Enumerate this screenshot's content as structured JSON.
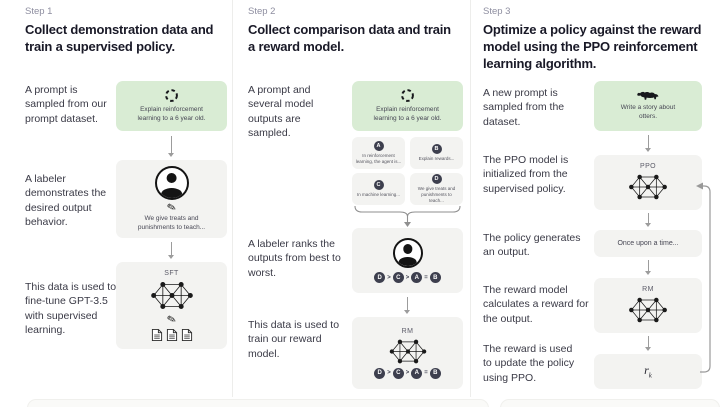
{
  "colors": {
    "prompt_box_green": "#d9ecd4",
    "model_box_gray": "#f3f3f1",
    "text_dark": "#191927",
    "step_label_gray": "#8e8ea0"
  },
  "steps": [
    {
      "label": "Step 1",
      "heading": "Collect demonstration data and train a supervised policy.",
      "captions": {
        "prompt": "A prompt is sampled from our prompt dataset.",
        "labeler": "A labeler demonstrates the desired output behavior.",
        "finetune": "This data is used to fine-tune GPT-3.5 with supervised learning."
      },
      "prompt_box_text": "Explain reinforcement learning to a 6 year old.",
      "labeler_box_text": "We give treats and punishments to teach...",
      "model_label": "SFT"
    },
    {
      "label": "Step 2",
      "heading": "Collect comparison data and train a reward model.",
      "captions": {
        "sample": "A prompt and several model outputs are sampled.",
        "rank": "A labeler ranks the outputs from best to worst.",
        "train": "This data is used to train our reward model."
      },
      "prompt_box_text": "Explain reinforcement learning to a 6 year old.",
      "outputs": [
        {
          "badge": "A",
          "text": "In reinforcement learning, the agent is..."
        },
        {
          "badge": "B",
          "text": "Explain rewards..."
        },
        {
          "badge": "C",
          "text": "In machine learning..."
        },
        {
          "badge": "D",
          "text": "We give treats and punishments to teach..."
        }
      ],
      "ranking": {
        "r1": "D",
        "s1": ">",
        "r2": "C",
        "s2": ">",
        "r3": "A",
        "s3": "=",
        "r4": "B"
      },
      "model_label": "RM"
    },
    {
      "label": "Step 3",
      "heading": "Optimize a policy against the reward model using the PPO reinforcement learning algorithm.",
      "captions": {
        "new_prompt": "A new prompt is sampled from the dataset.",
        "init": "The PPO model is initialized from the supervised policy.",
        "generate": "The policy generates an output.",
        "reward_calc": "The reward model calculates a reward for the output.",
        "update": "The reward is used to update the policy using PPO."
      },
      "prompt_box_text": "Write a story about otters.",
      "ppo_label": "PPO",
      "output_box_text": "Once upon a time...",
      "rm_label": "RM",
      "reward": {
        "base": "r",
        "sub": "k"
      }
    }
  ]
}
